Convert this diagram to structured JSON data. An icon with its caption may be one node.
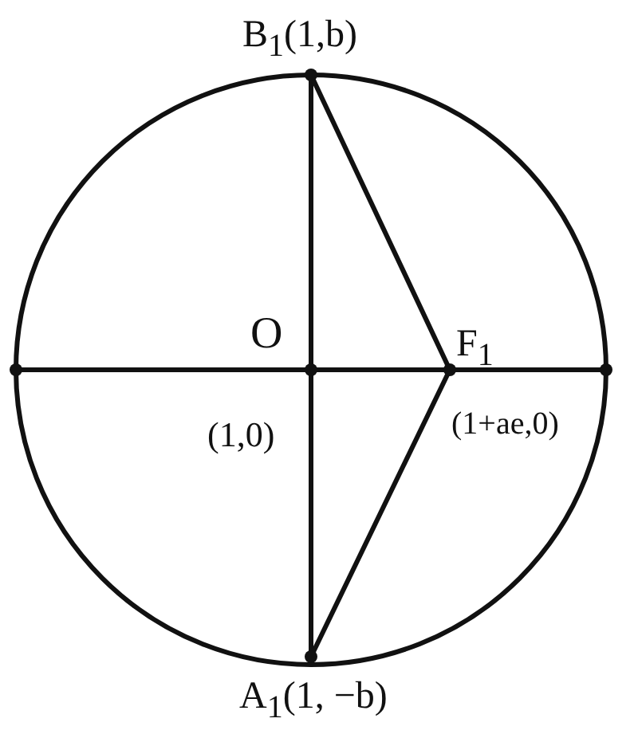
{
  "diagram": {
    "labels": [
      "B$_{1}$(1,b)",
      "O",
      "F$_{1}$",
      "(1,0)",
      "(1+ae,0)",
      "A$_{1}$(1, −b)"
    ]
  }
}
